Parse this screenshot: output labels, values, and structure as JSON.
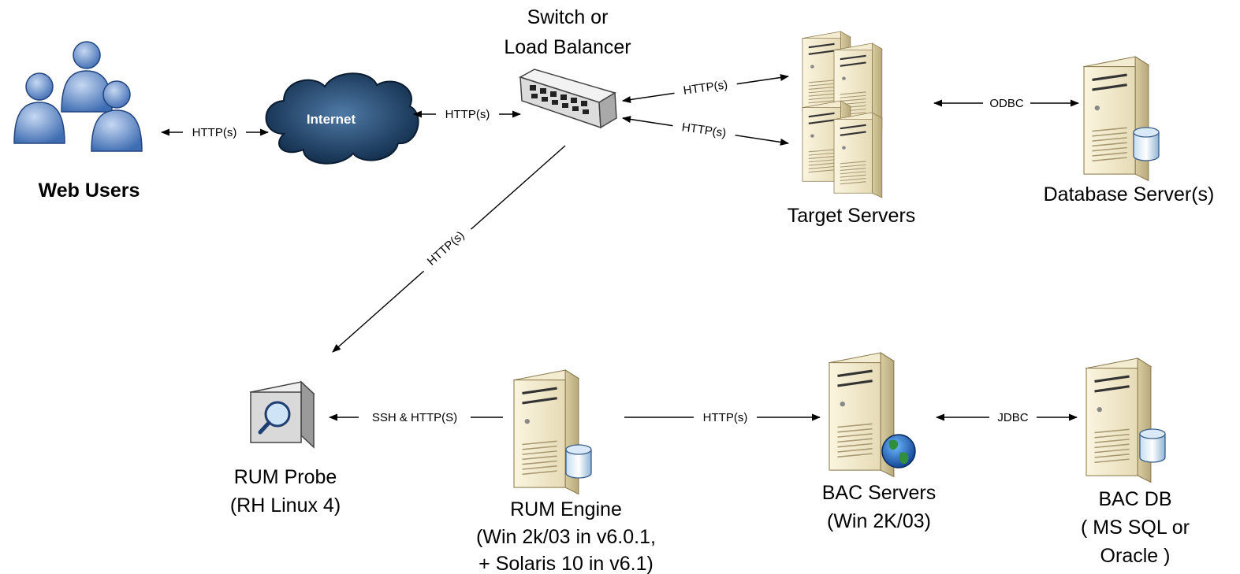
{
  "nodes": {
    "web_users": {
      "label": "Web Users"
    },
    "internet": {
      "label": "Internet"
    },
    "switch": {
      "label_line1": "Switch or",
      "label_line2": "Load Balancer"
    },
    "target_servers": {
      "label": "Target Servers"
    },
    "database_server": {
      "label": "Database Server(s)"
    },
    "rum_probe": {
      "label_line1": "RUM Probe",
      "label_line2": "(RH Linux 4)"
    },
    "rum_engine": {
      "label_line1": "RUM Engine",
      "label_line2": "(Win 2k/03 in v6.0.1,",
      "label_line3": "+ Solaris 10 in v6.1)"
    },
    "bac_servers": {
      "label_line1": "BAC Servers",
      "label_line2": "(Win 2K/03)"
    },
    "bac_db": {
      "label_line1": "BAC DB",
      "label_line2": "( MS SQL or",
      "label_line3": "Oracle )"
    }
  },
  "edges": {
    "users_internet": "HTTP(s)",
    "internet_switch": "HTTP(s)",
    "switch_target_top": "HTTP(s)",
    "switch_target_bottom": "HTTP(s)",
    "target_database": "ODBC",
    "switch_probe": "HTTP(s)",
    "engine_probe": "SSH & HTTP(S)",
    "engine_bac": "HTTP(s)",
    "bac_db": "JDBC"
  },
  "icons": {
    "users": "users-group-icon",
    "internet": "cloud-icon",
    "switch": "network-switch-icon",
    "server": "tower-server-icon",
    "database": "database-cylinder-icon",
    "probe": "magnifier-probe-icon",
    "globe": "globe-icon"
  }
}
